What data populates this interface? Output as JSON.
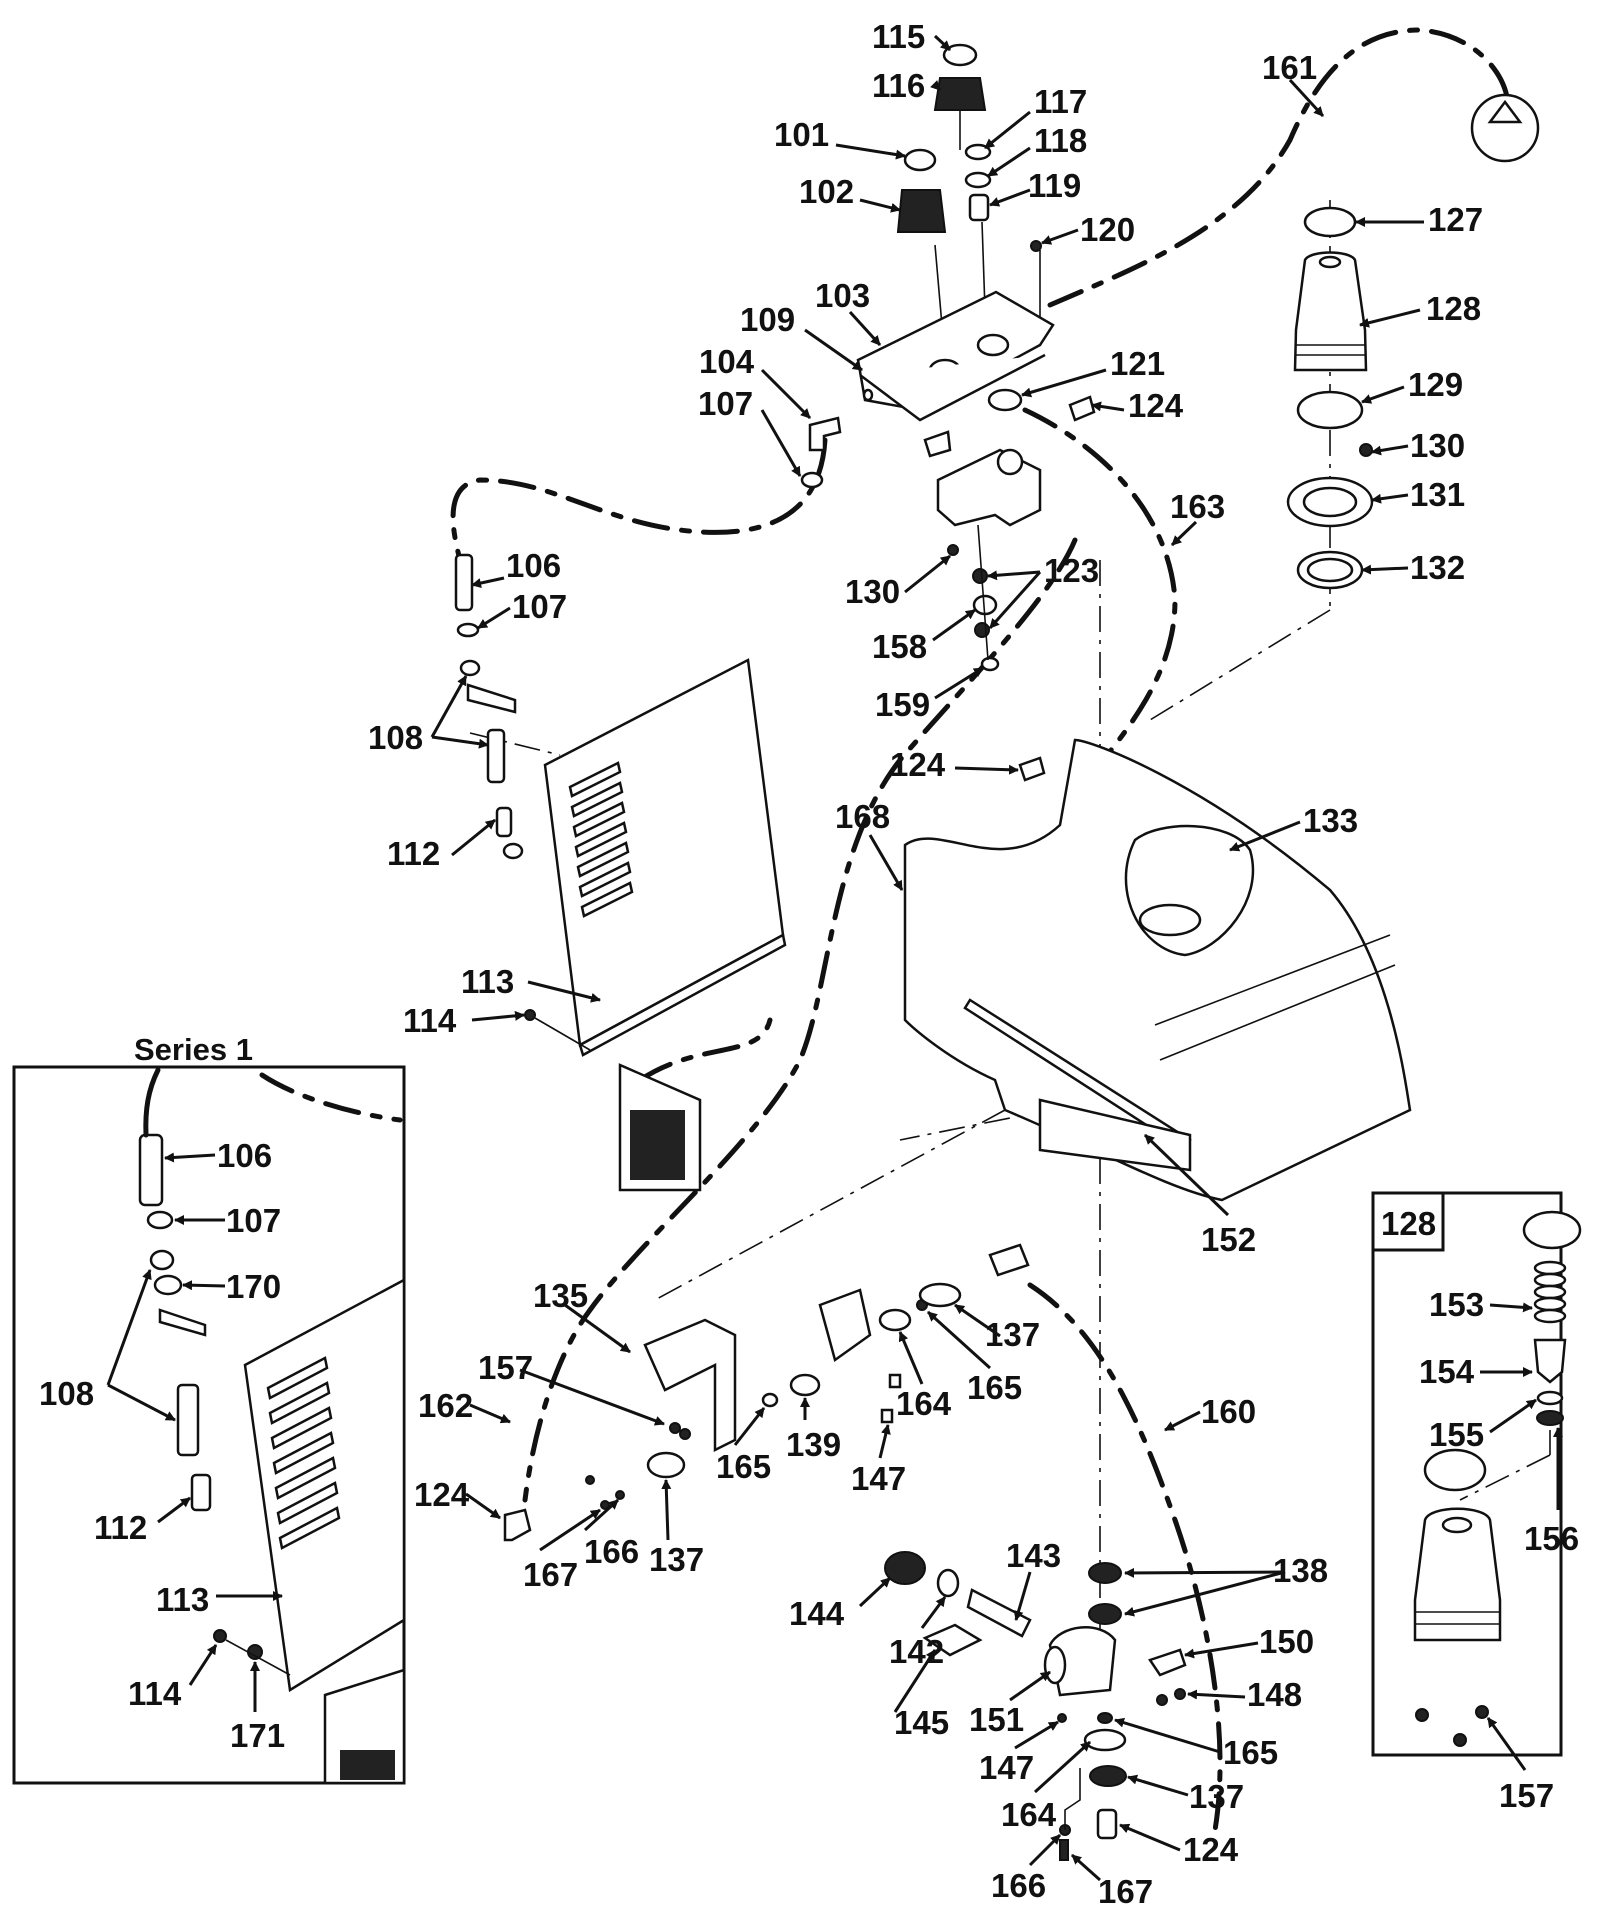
{
  "diagram": {
    "type": "exploded-parts-diagram",
    "insets": {
      "series1": {
        "title": "Series 1"
      },
      "detail": {
        "title": "128"
      }
    },
    "callouts": [
      {
        "id": "c115",
        "text": "115"
      },
      {
        "id": "c116",
        "text": "116"
      },
      {
        "id": "c117",
        "text": "117"
      },
      {
        "id": "c118",
        "text": "118"
      },
      {
        "id": "c119",
        "text": "119"
      },
      {
        "id": "c120",
        "text": "120"
      },
      {
        "id": "c101",
        "text": "101"
      },
      {
        "id": "c102",
        "text": "102"
      },
      {
        "id": "c103",
        "text": "103"
      },
      {
        "id": "c109",
        "text": "109"
      },
      {
        "id": "c104",
        "text": "104"
      },
      {
        "id": "c107a",
        "text": "107"
      },
      {
        "id": "c121",
        "text": "121"
      },
      {
        "id": "c124a",
        "text": "124"
      },
      {
        "id": "c161",
        "text": "161"
      },
      {
        "id": "c127",
        "text": "127"
      },
      {
        "id": "c128",
        "text": "128"
      },
      {
        "id": "c129",
        "text": "129"
      },
      {
        "id": "c130a",
        "text": "130"
      },
      {
        "id": "c131",
        "text": "131"
      },
      {
        "id": "c132",
        "text": "132"
      },
      {
        "id": "c163",
        "text": "163"
      },
      {
        "id": "c123",
        "text": "123"
      },
      {
        "id": "c130b",
        "text": "130"
      },
      {
        "id": "c158",
        "text": "158"
      },
      {
        "id": "c159",
        "text": "159"
      },
      {
        "id": "c106a",
        "text": "106"
      },
      {
        "id": "c107b",
        "text": "107"
      },
      {
        "id": "c108a",
        "text": "108"
      },
      {
        "id": "c112a",
        "text": "112"
      },
      {
        "id": "c113a",
        "text": "113"
      },
      {
        "id": "c114a",
        "text": "114"
      },
      {
        "id": "c124b",
        "text": "124"
      },
      {
        "id": "c168",
        "text": "168"
      },
      {
        "id": "c133",
        "text": "133"
      },
      {
        "id": "c152",
        "text": "152"
      },
      {
        "id": "c106b",
        "text": "106"
      },
      {
        "id": "c107c",
        "text": "107"
      },
      {
        "id": "c170",
        "text": "170"
      },
      {
        "id": "c108b",
        "text": "108"
      },
      {
        "id": "c112b",
        "text": "112"
      },
      {
        "id": "c113b",
        "text": "113"
      },
      {
        "id": "c114b",
        "text": "114"
      },
      {
        "id": "c171",
        "text": "171"
      },
      {
        "id": "c135",
        "text": "135"
      },
      {
        "id": "c157a",
        "text": "157"
      },
      {
        "id": "c162",
        "text": "162"
      },
      {
        "id": "c124c",
        "text": "124"
      },
      {
        "id": "c167a",
        "text": "167"
      },
      {
        "id": "c166a",
        "text": "166"
      },
      {
        "id": "c137a",
        "text": "137"
      },
      {
        "id": "c165a",
        "text": "165"
      },
      {
        "id": "c139",
        "text": "139"
      },
      {
        "id": "c147a",
        "text": "147"
      },
      {
        "id": "c164a",
        "text": "164"
      },
      {
        "id": "c165b",
        "text": "165"
      },
      {
        "id": "c137b",
        "text": "137"
      },
      {
        "id": "c160",
        "text": "160"
      },
      {
        "id": "c144",
        "text": "144"
      },
      {
        "id": "c142",
        "text": "142"
      },
      {
        "id": "c143",
        "text": "143"
      },
      {
        "id": "c138",
        "text": "138"
      },
      {
        "id": "c150",
        "text": "150"
      },
      {
        "id": "c148",
        "text": "148"
      },
      {
        "id": "c145",
        "text": "145"
      },
      {
        "id": "c151",
        "text": "151"
      },
      {
        "id": "c147b",
        "text": "147"
      },
      {
        "id": "c165c",
        "text": "165"
      },
      {
        "id": "c164b",
        "text": "164"
      },
      {
        "id": "c137c",
        "text": "137"
      },
      {
        "id": "c124d",
        "text": "124"
      },
      {
        "id": "c166b",
        "text": "166"
      },
      {
        "id": "c167b",
        "text": "167"
      },
      {
        "id": "c153",
        "text": "153"
      },
      {
        "id": "c154",
        "text": "154"
      },
      {
        "id": "c155",
        "text": "155"
      },
      {
        "id": "c156",
        "text": "156"
      },
      {
        "id": "c157b",
        "text": "157"
      }
    ]
  }
}
